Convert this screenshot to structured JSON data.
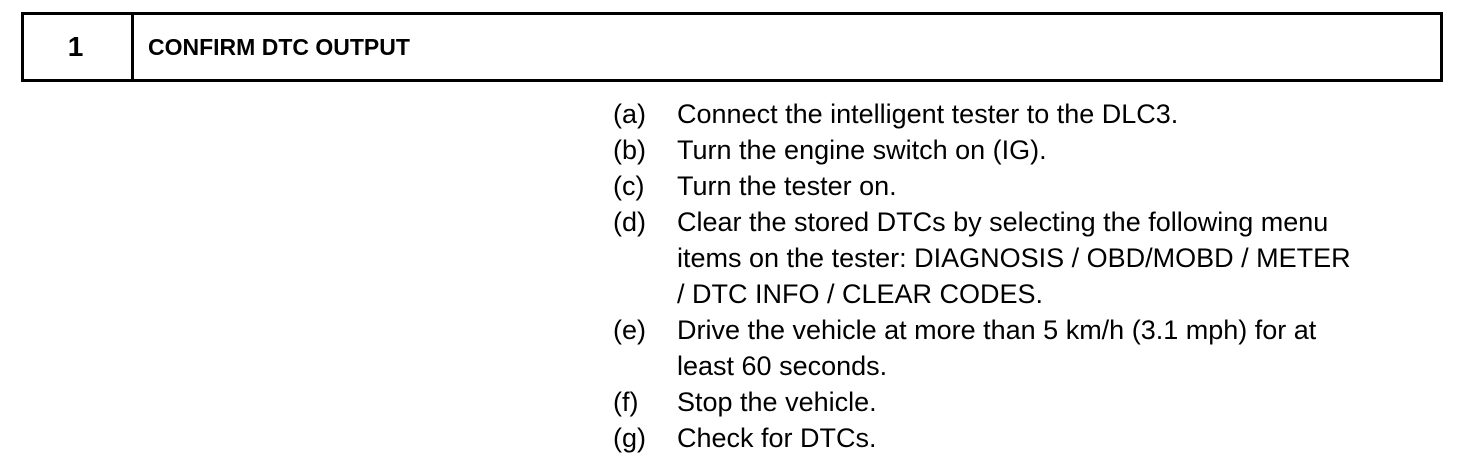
{
  "header": {
    "step_number": "1",
    "step_title": "CONFIRM DTC OUTPUT"
  },
  "procedure": {
    "items": [
      {
        "marker": "(a)",
        "text": "Connect the intelligent tester to the DLC3."
      },
      {
        "marker": "(b)",
        "text": "Turn the engine switch on (IG)."
      },
      {
        "marker": "(c)",
        "text": "Turn the tester on."
      },
      {
        "marker": "(d)",
        "text": "Clear the stored DTCs by selecting the following menu\nitems on the tester: DIAGNOSIS / OBD/MOBD / METER\n/ DTC INFO / CLEAR CODES."
      },
      {
        "marker": "(e)",
        "text": "Drive the vehicle at more than 5 km/h (3.1 mph) for at\nleast 60 seconds."
      },
      {
        "marker": "(f)",
        "text": "Stop the vehicle."
      },
      {
        "marker": "(g)",
        "text": "Check for DTCs."
      }
    ]
  }
}
